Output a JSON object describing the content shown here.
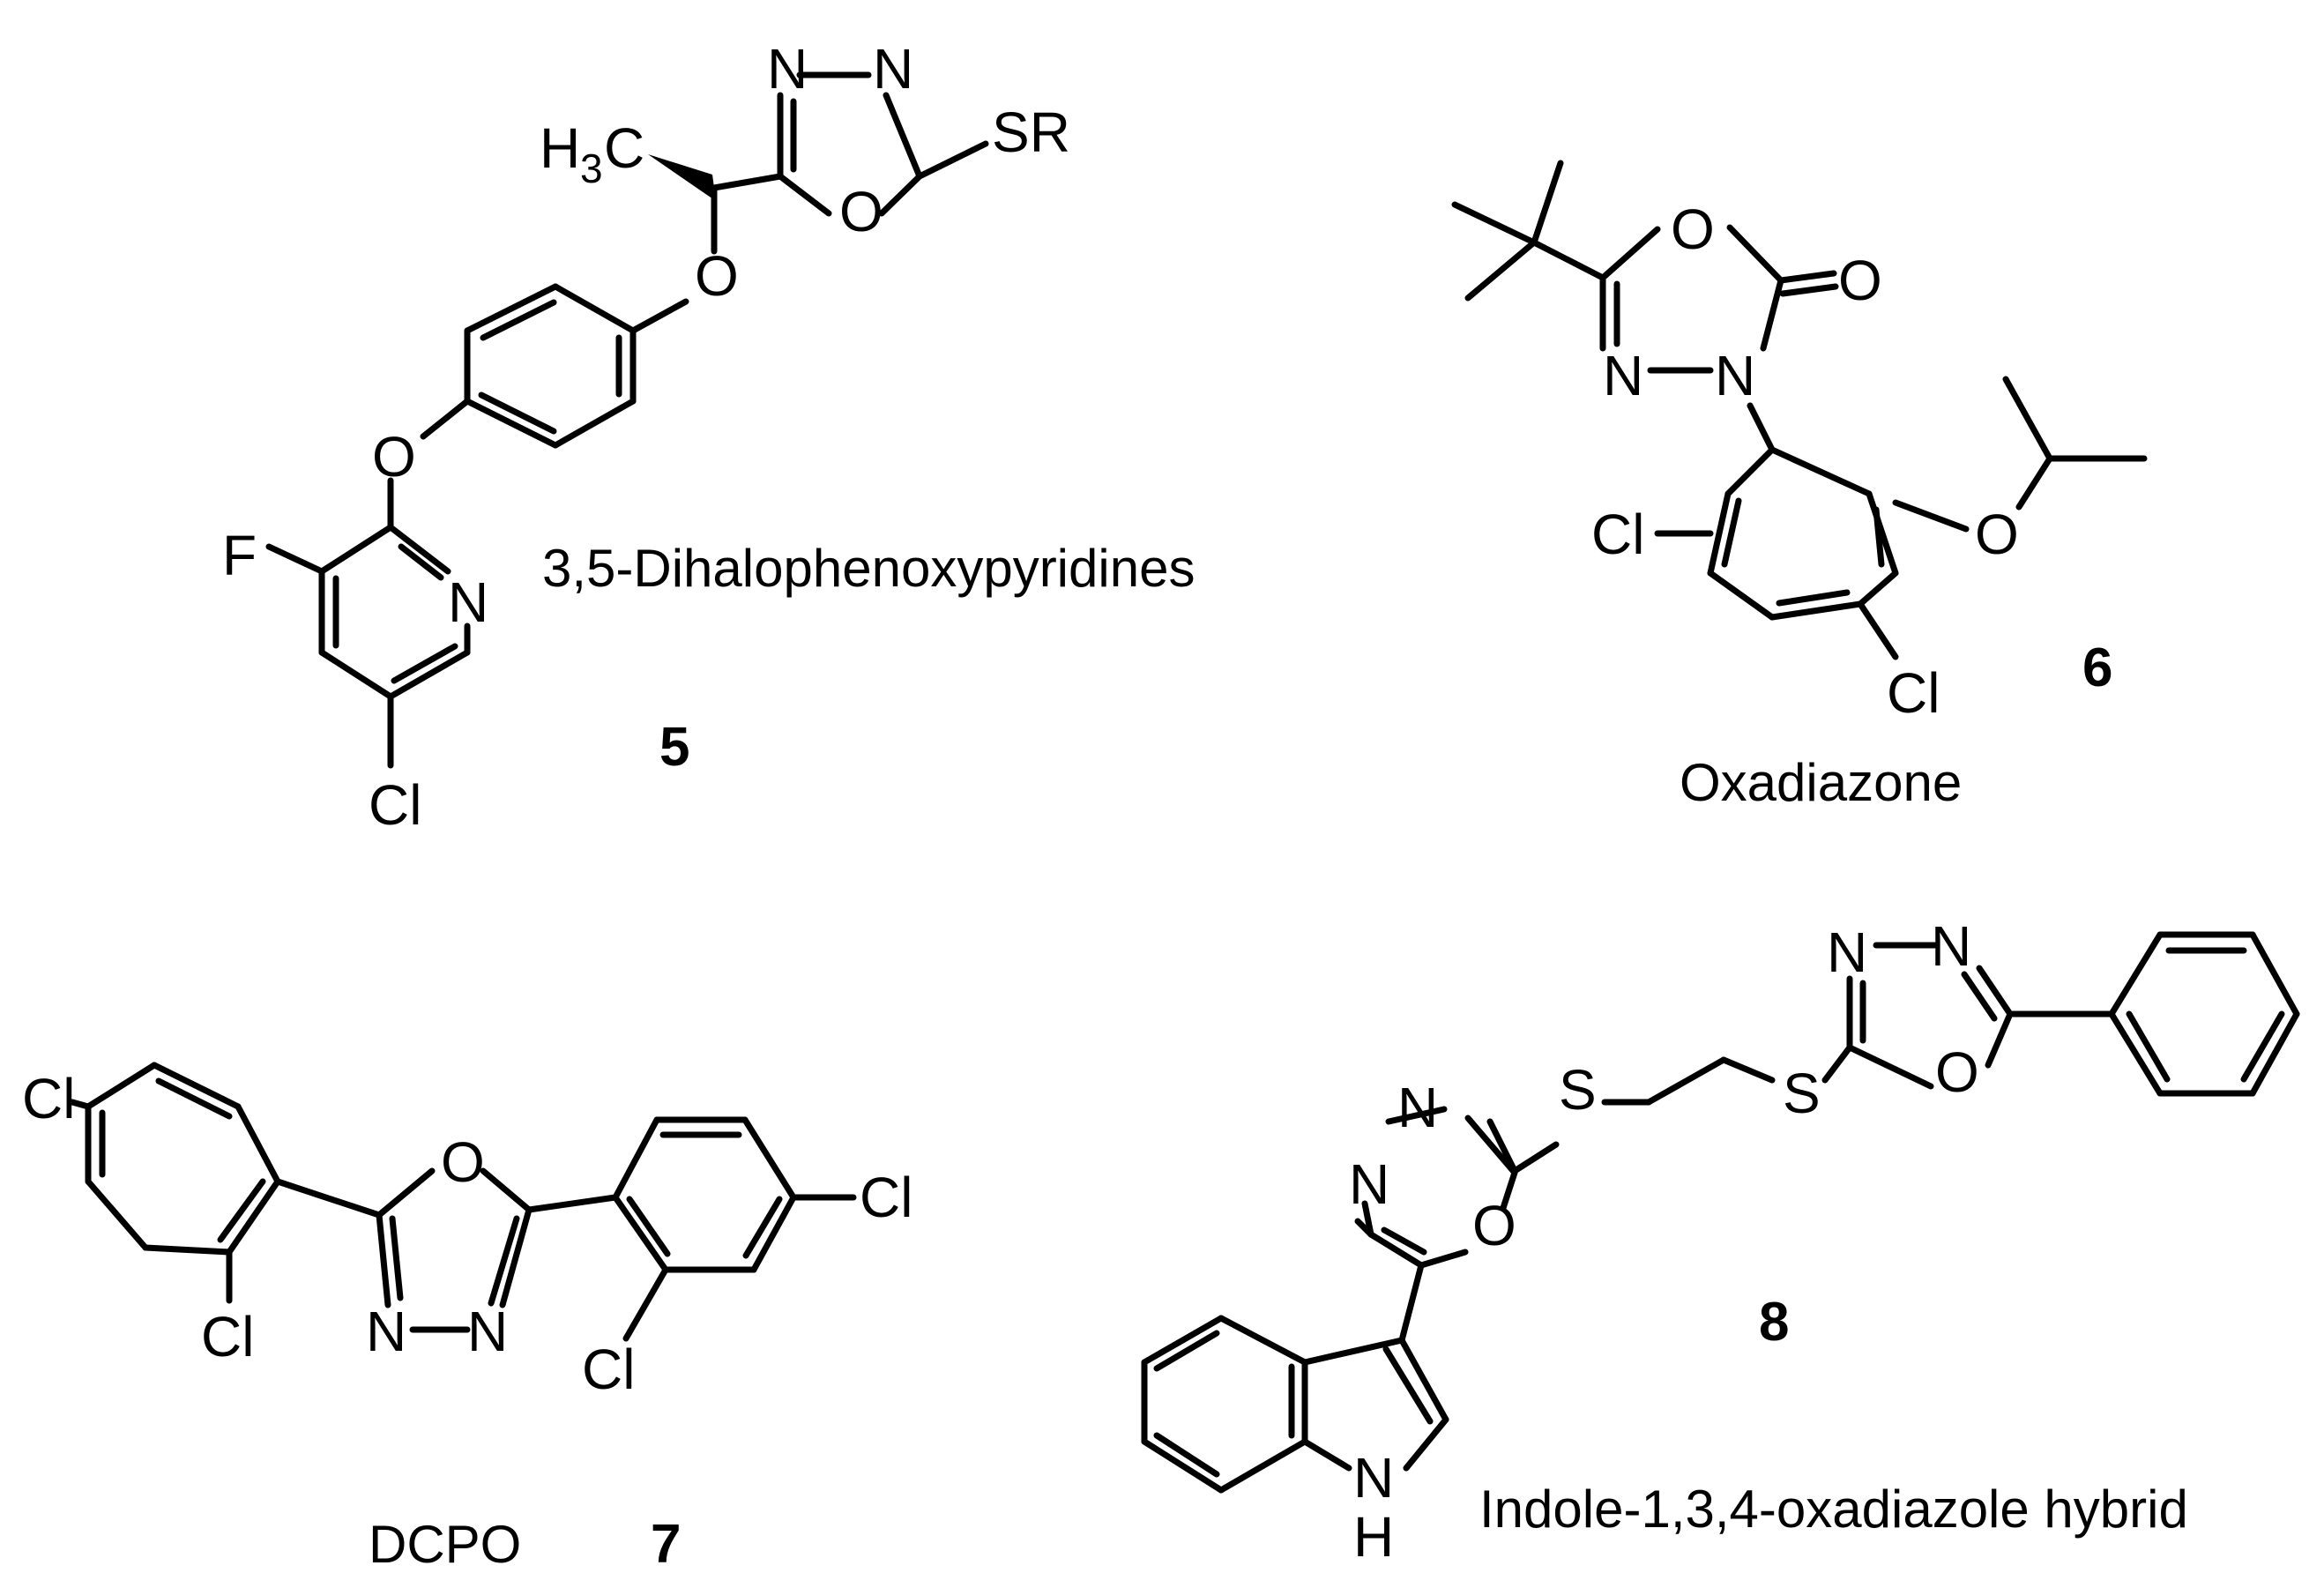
{
  "compounds": [
    {
      "number": "5",
      "name": "3,5-Dihalophenoxypyridines",
      "labels": {
        "n1": "N",
        "n2": "N",
        "o_ring": "O",
        "sr": "SR",
        "h3c_h": "H",
        "h3c_sub": "3",
        "h3c_c": "C",
        "o_link1": "O",
        "o_link2": "O",
        "f": "F",
        "n_pyr": "N",
        "cl": "Cl"
      }
    },
    {
      "number": "6",
      "name": "Oxadiazone",
      "labels": {
        "o_ring": "O",
        "o_carbonyl": "O",
        "n1": "N",
        "n2": "N",
        "cl1": "Cl",
        "cl2": "Cl",
        "o_ether": "O"
      }
    },
    {
      "number": "7",
      "name": "DCPO",
      "labels": {
        "cl_a": "Cl",
        "cl_b": "Cl",
        "o_ring": "O",
        "n1": "N",
        "n2": "N",
        "cl_c": "Cl",
        "cl_d": "Cl"
      }
    },
    {
      "number": "8",
      "name": "Indole-1,3,4-oxadiazole hybrid",
      "labels": {
        "n1": "N",
        "n2": "N",
        "o1": "O",
        "s1": "S",
        "s2": "S",
        "n3": "N",
        "n4": "N",
        "o2": "O",
        "nh_n": "N",
        "nh_h": "H"
      }
    }
  ]
}
